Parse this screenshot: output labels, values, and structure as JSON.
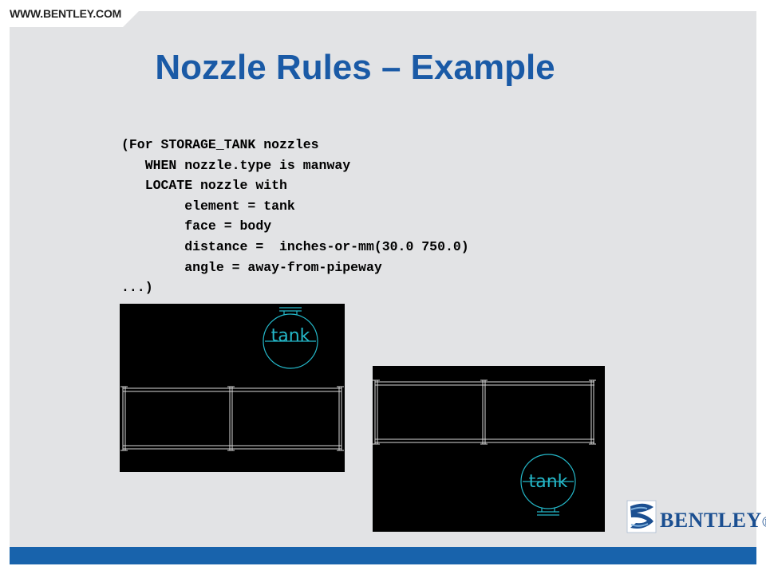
{
  "header": {
    "site_url": "WWW.BENTLEY.COM"
  },
  "slide": {
    "title": "Nozzle Rules – Example",
    "code_lines": [
      "(For STORAGE_TANK nozzles",
      "   WHEN nozzle.type is manway",
      "   LOCATE nozzle with",
      "        element = tank",
      "        face = body",
      "        distance =  inches-or-mm(30.0 750.0)",
      "        angle = away-from-pipeway",
      "...)"
    ]
  },
  "drawings": {
    "before": {
      "tank_label": "tank"
    },
    "after": {
      "tank_label": "tank"
    }
  },
  "logo": {
    "wordmark": "BENTLEY",
    "registered_mark": "®"
  },
  "colors": {
    "title_blue": "#1a5aa6",
    "bar_blue": "#1863ac",
    "panel_gray": "#e2e3e5",
    "cad_cyan": "#24b7c8",
    "cad_background": "#000000"
  }
}
